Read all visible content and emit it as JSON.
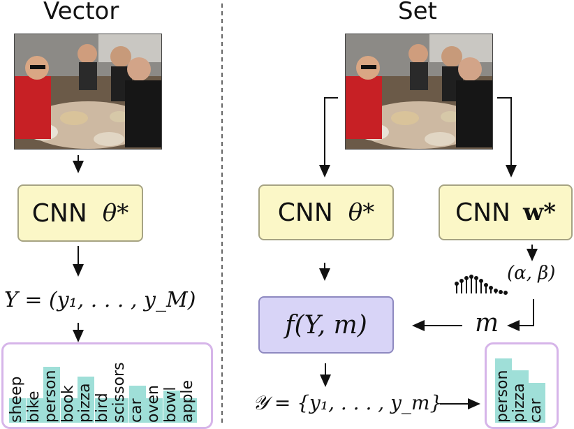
{
  "left": {
    "title": "Vector",
    "cnn_label": "CNN",
    "cnn_param": "θ*",
    "y_expr": "Y = (y₁, . . . , y_M)",
    "labels": [
      "sheep",
      "bike",
      "person",
      "book",
      "pizza",
      "bird",
      "scissors",
      "car",
      "oven",
      "bowl",
      "apple"
    ],
    "scores": [
      0.38,
      0.38,
      0.87,
      0.38,
      0.72,
      0.38,
      0.38,
      0.58,
      0.38,
      0.5,
      0.38
    ]
  },
  "right": {
    "title": "Set",
    "cnn1_label": "CNN",
    "cnn1_param": "θ*",
    "cnn2_label": "CNN",
    "cnn2_param": "w*",
    "f_expr": "f(Y, m)",
    "alpha_beta": "(α, β)",
    "m_label": "m",
    "set_expr": "𝒴 = {y₁, . . . , y_m}",
    "set_labels": [
      "person",
      "pizza",
      "car"
    ],
    "set_scores": [
      1.0,
      0.82,
      0.62
    ]
  },
  "colors": {
    "cnn_box": "#fbf7c7",
    "f_box": "#d8d4f7",
    "panel_border": "#d6b5e9",
    "bar": "#9fdfd8"
  }
}
